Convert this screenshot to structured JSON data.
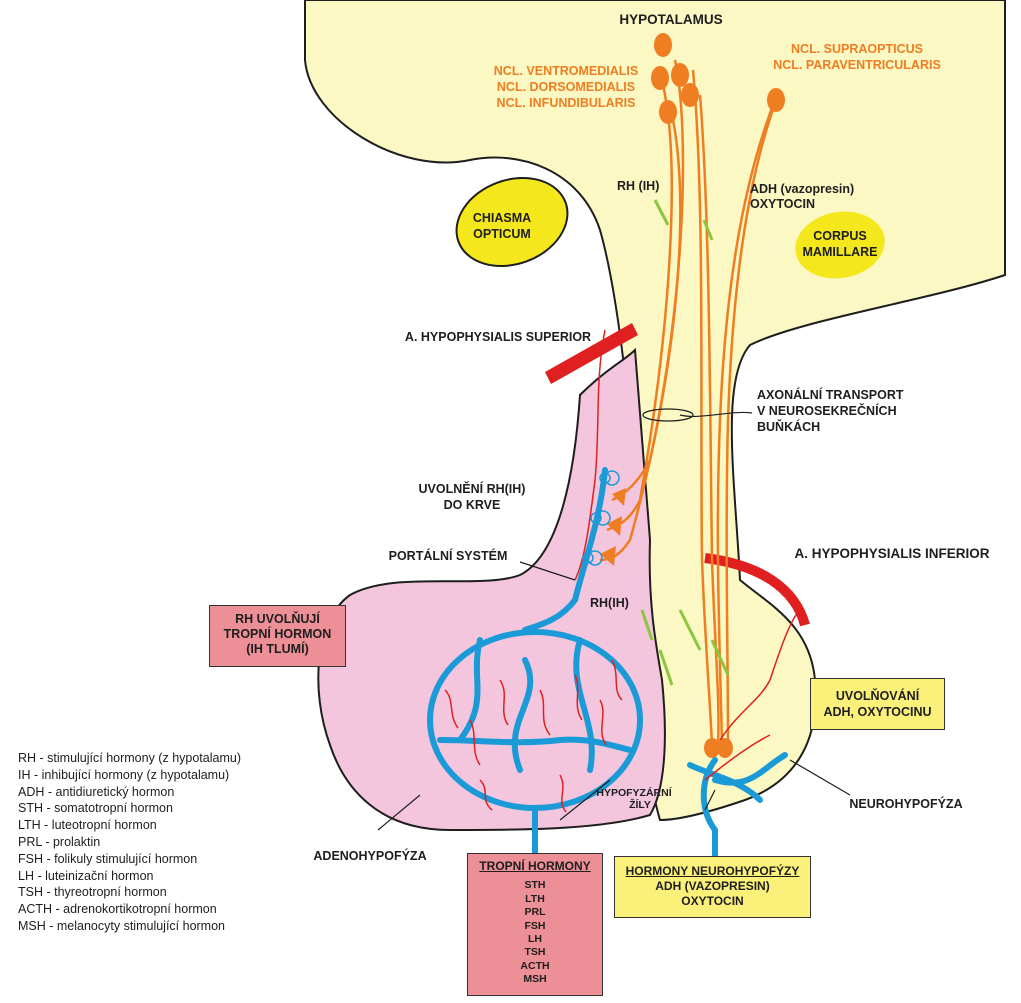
{
  "labels": {
    "hypotalamus": "HYPOTALAMUS",
    "ncl_ventro": [
      "NCL. VENTROMEDIALIS",
      "NCL. DORSOMEDIALIS",
      "NCL. INFUNDIBULARIS"
    ],
    "ncl_supra": [
      "NCL. SUPRAOPTICUS",
      "NCL. PARAVENTRICULARIS"
    ],
    "rh_ih": "RH (IH)",
    "adh": [
      "ADH (vazopresin)",
      "OXYTOCIN"
    ],
    "chiasma": [
      "CHIASMA",
      "OPTICUM"
    ],
    "corpus": [
      "CORPUS",
      "MAMILLARE"
    ],
    "a_sup": "A. HYPOPHYSIALIS SUPERIOR",
    "axon": [
      "AXONÁLNÍ TRANSPORT",
      "V NEUROSEKREČNÍCH",
      "BUŇKÁCH"
    ],
    "uvolneni": [
      "UVOLNĚNÍ RH(IH)",
      "DO KRVE"
    ],
    "portalni": "PORTÁLNÍ SYSTÉM",
    "a_inf": "A. HYPOPHYSIALIS INFERIOR",
    "rh_ih2": "RH(IH)",
    "hypofyzarni": [
      "HYPOFYZÁRNÍ",
      "ŽÍLY"
    ],
    "adenohypofyza": "ADENOHYPOFÝZA",
    "neurohypofyza": "NEUROHYPOFÝZA"
  },
  "boxes": {
    "rh_box": [
      "RH UVOLŇUJÍ",
      "TROPNÍ HORMON",
      "(IH TLUMÍ)"
    ],
    "uvolnovani_box": [
      "UVOLŇOVÁNÍ",
      "ADH, OXYTOCINU"
    ],
    "tropni": {
      "title": "TROPNÍ HORMONY",
      "items": [
        "STH",
        "LTH",
        "PRL",
        "FSH",
        "LH",
        "TSH",
        "ACTH",
        "MSH"
      ]
    },
    "neuro": {
      "title": "HORMONY NEUROHYPOFÝZY",
      "lines": [
        "ADH (VAZOPRESIN)",
        "OXYTOCIN"
      ]
    }
  },
  "legend": [
    "RH - stimulující hormony (z hypotalamu)",
    "IH - inhibující hormony (z hypotalamu)",
    "ADH - antidiuretický hormon",
    "STH - somatotropní hormon",
    "LTH - luteotropní hormon",
    "PRL - prolaktin",
    "FSH - folikuly stimulující hormon",
    "LH - luteinizační hormon",
    "TSH - thyreotropní hormon",
    "ACTH - adrenokortikotropní hormon",
    "MSH - melanocyty stimulující hormon"
  ],
  "colors": {
    "hypothalamus_fill": "#fbf8c4",
    "adeno_fill": "#f4c6de",
    "outline": "#1e1e1e",
    "vessel_blue": "#1a9ad6",
    "artery_red": "#e02020",
    "neuron_orange": "#ef7d22",
    "arrow_green": "#8cc63f",
    "chiasma_yellow": "#f4e81c"
  }
}
